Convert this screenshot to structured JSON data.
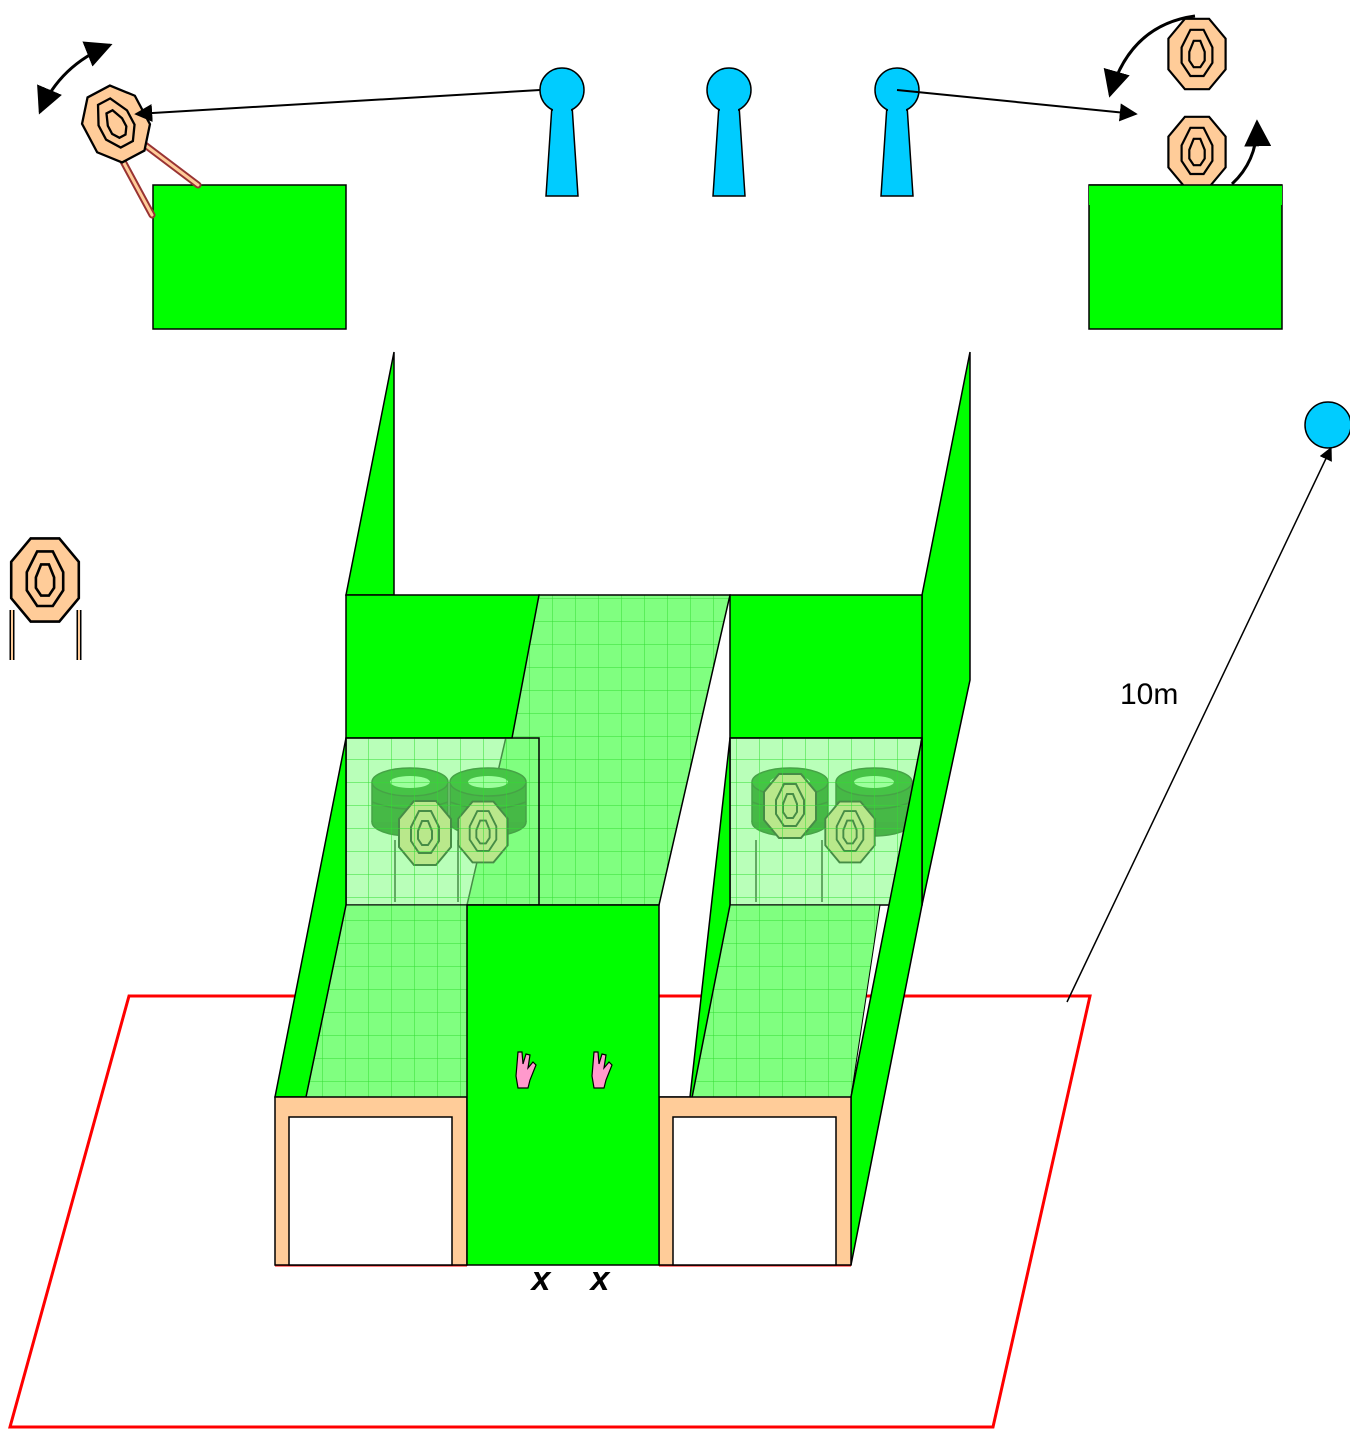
{
  "annotations": {
    "distance_label": "10m",
    "start_marks": [
      "x",
      "x"
    ]
  },
  "colors": {
    "barricade_green": "#00FF00",
    "floor_grid_green": "#80FF80",
    "fault_line_red": "#FF0000",
    "target_tan": "#FFCC99",
    "popper_blue": "#00CCFF",
    "tire_dark_green": "#006400",
    "hand_pink": "#FF99CC",
    "text_black": "#000000"
  },
  "icons": {
    "targets": [
      "swinging-target-icon",
      "stacked-target-top-icon",
      "stacked-target-bottom-icon",
      "standing-target-icon",
      "port-target-left-icon",
      "port-target-right-icon"
    ],
    "poppers": [
      "popper-1-icon",
      "popper-2-icon",
      "popper-3-icon",
      "popper-far-icon"
    ],
    "hands": [
      "hand-left-icon",
      "hand-right-icon"
    ]
  }
}
